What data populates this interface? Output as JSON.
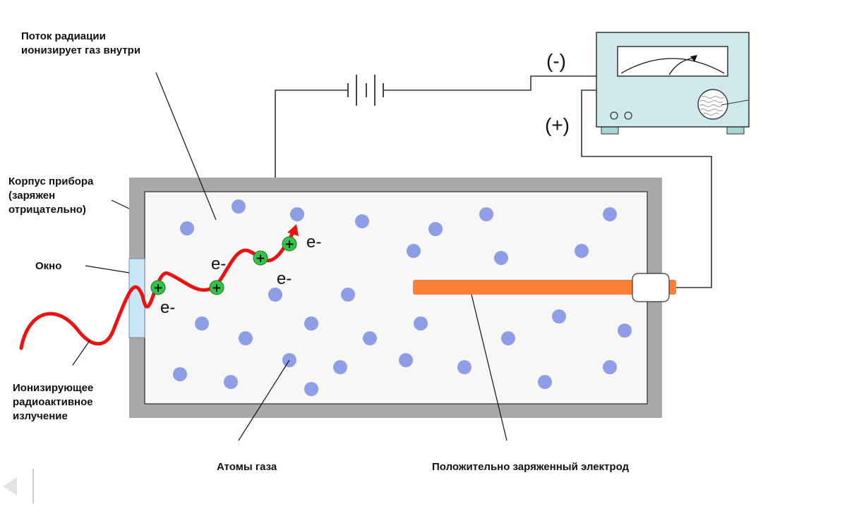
{
  "labels": {
    "radiation_flow": [
      "Поток радиации",
      "ионизирует газ внутри"
    ],
    "housing": [
      "Корпус прибора",
      "(заряжен",
      "отрицательно)"
    ],
    "window": "Окно",
    "ionizing_radiation": [
      "Ионизирующее",
      "радиоактивное",
      "излучение"
    ],
    "gas_atoms": "Атомы газа",
    "positive_electrode": "Положительно заряженный электрод",
    "minus_terminal": "(-)",
    "plus_terminal": "(+)",
    "electron": "e-",
    "ion": "+"
  },
  "colors": {
    "housing": "#a9a9a9",
    "chamber": "#f7f7f7",
    "atom": "#8e9ee6",
    "electrode": "#fb7f37",
    "radiation": "#ee1111",
    "ion": "#33c24a",
    "meter_body": "#cfe9ea",
    "wire": "#333333"
  },
  "icons": {
    "prev": "chevron-left-icon"
  }
}
